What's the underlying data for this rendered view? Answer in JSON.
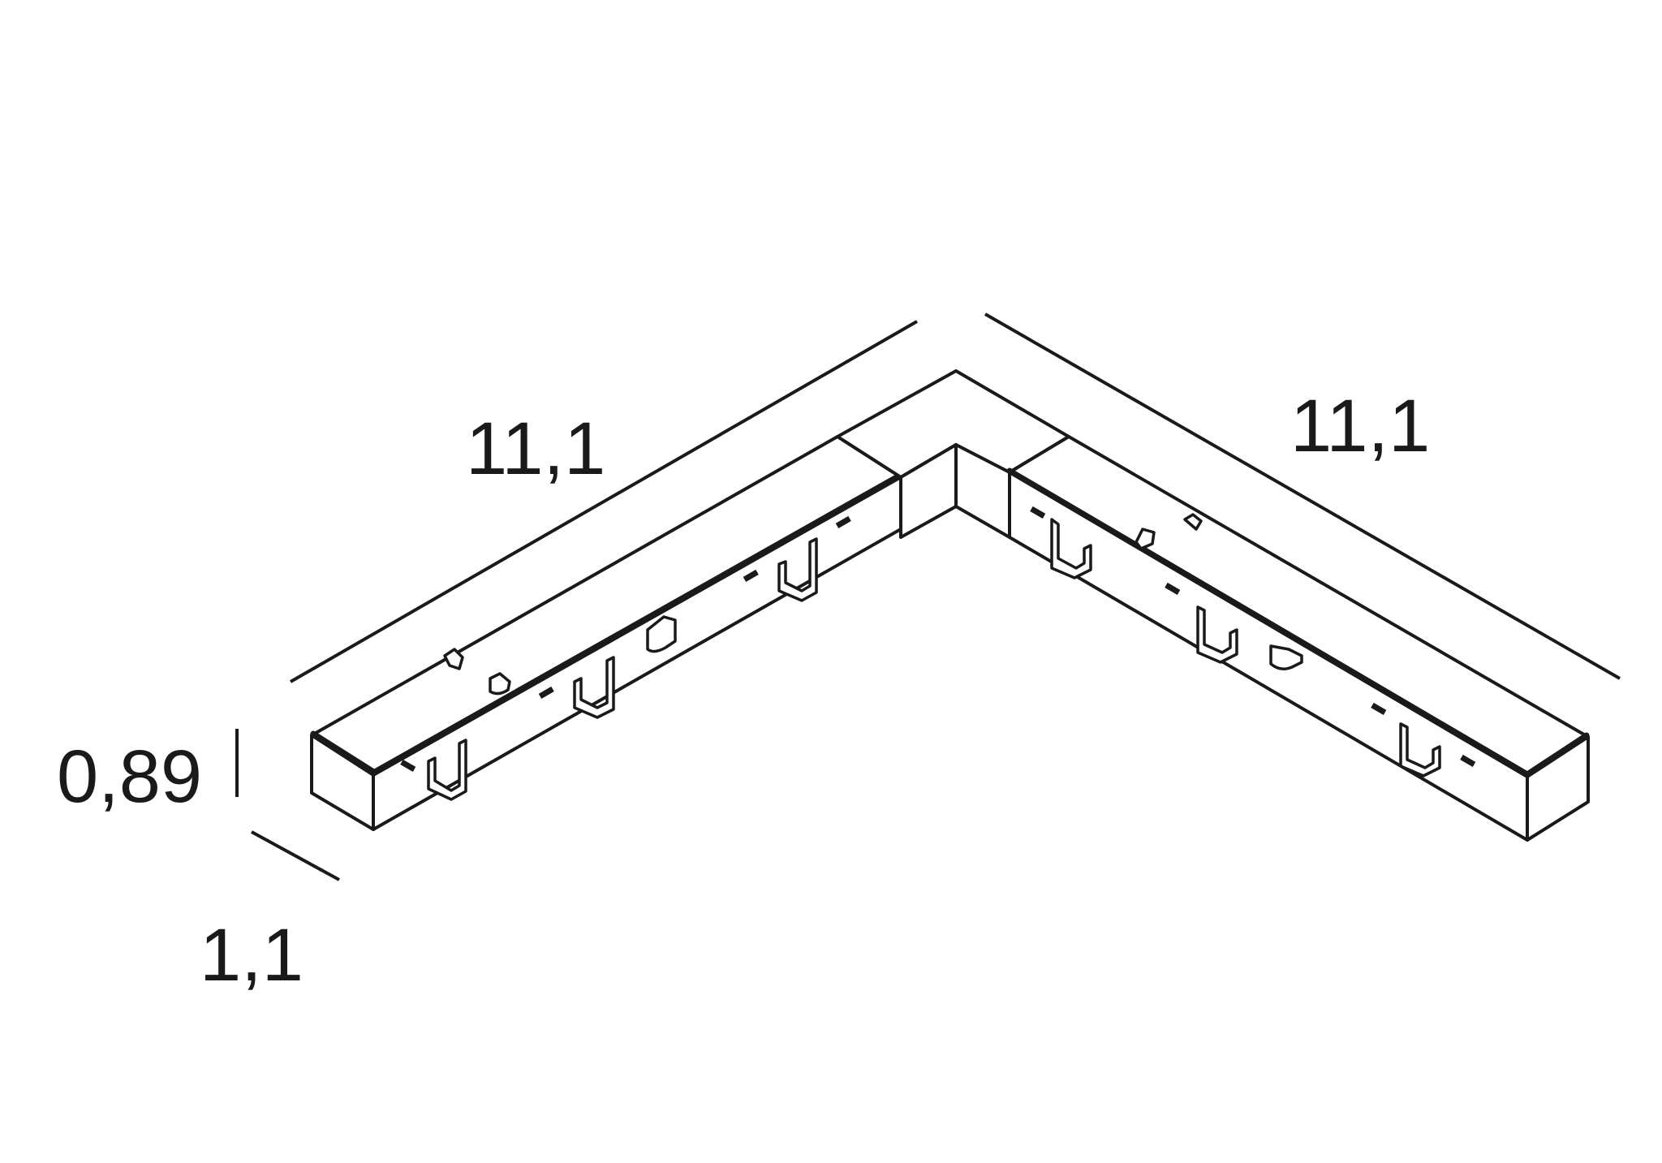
{
  "dimensions": {
    "left_length": "11,1",
    "right_length": "11,1",
    "height": "0,89",
    "width": "1,1"
  },
  "colors": {
    "line": "#1a1a1a",
    "background": "#ffffff"
  }
}
